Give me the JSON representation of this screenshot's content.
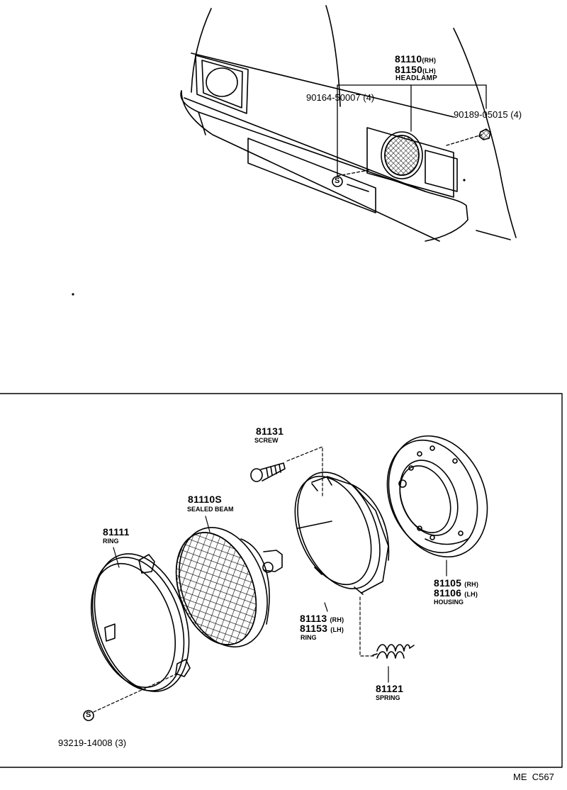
{
  "top": {
    "headlamp_rh": "81110",
    "headlamp_rh_suffix": "(RH)",
    "headlamp_lh": "81150",
    "headlamp_lh_suffix": "(LH)",
    "headlamp_name": "HEADLAMP",
    "screw_left": "90164-50007 (4)",
    "nut_right": "90189-05015 (4)",
    "s_mark": "S"
  },
  "bottom": {
    "screw_num": "81131",
    "screw_name": "SCREW",
    "sealed_beam_num": "81110S",
    "sealed_beam_name": "SEALED BEAM",
    "ring_outer_num": "81111",
    "ring_outer_name": "RING",
    "ring_inner_rh": "81113",
    "ring_inner_rh_suffix": "(RH)",
    "ring_inner_lh": "81153",
    "ring_inner_lh_suffix": "(LH)",
    "ring_inner_name": "RING",
    "housing_rh": "81105",
    "housing_rh_suffix": "(RH)",
    "housing_lh": "81106",
    "housing_lh_suffix": "(LH)",
    "housing_name": "HOUSING",
    "spring_num": "81121",
    "spring_name": "SPRING",
    "bolt_num": "93219-14008 (3)",
    "s_mark": "S"
  },
  "footer": {
    "code": "ME  C567"
  }
}
